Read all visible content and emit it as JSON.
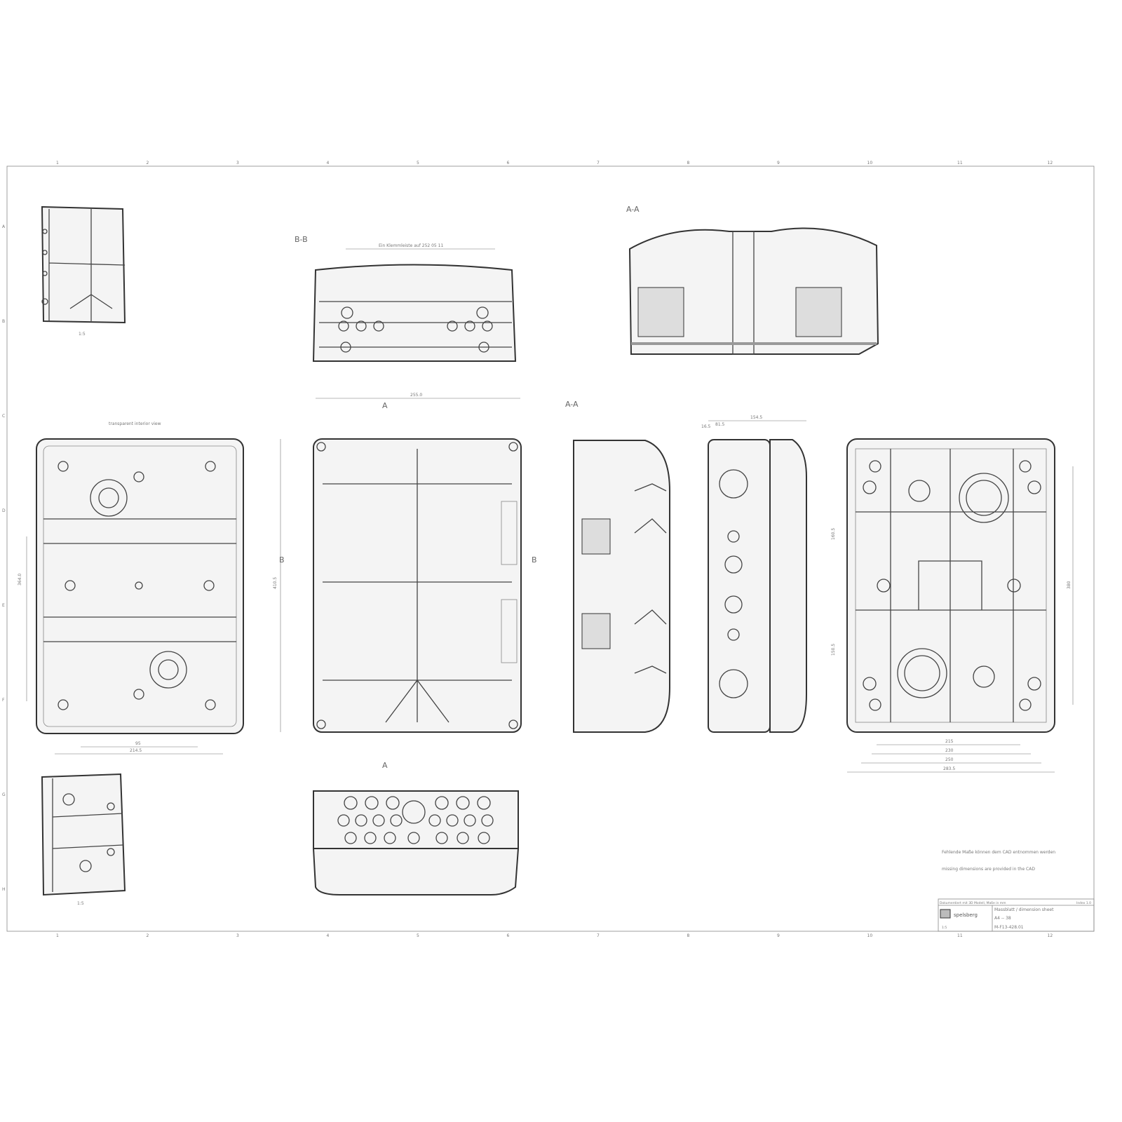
{
  "sheet": {
    "grid_columns": [
      "1",
      "2",
      "3",
      "4",
      "5",
      "6",
      "7",
      "8",
      "9",
      "10",
      "11",
      "12"
    ],
    "grid_rows": [
      "A",
      "B",
      "C",
      "D",
      "E",
      "F",
      "G",
      "H"
    ]
  },
  "sections": {
    "bb": "B-B",
    "aa_top": "A-A",
    "aa_side": "A-A",
    "cut_a": "A",
    "cut_b": "B"
  },
  "labels": {
    "interior_view": "transparent interior view",
    "bb_dim": "Ein Klemmleiste auf 252 05 11",
    "iso_top_caption": "1:5",
    "iso_bottom_caption": "1:5"
  },
  "dimensions": {
    "front_width": "255.0",
    "front_height": "410.5",
    "interior_width": "214.5",
    "interior_inner": "95",
    "interior_height": "364.0",
    "side_depth": "154.5",
    "side_offset": "81.5",
    "side_top": "16.5",
    "rear_215": "215",
    "rear_230": "230",
    "rear_250": "250",
    "rear_283": "283.5",
    "rear_height": "380",
    "rear_side_a": "160.5",
    "rear_side_b": "150.5"
  },
  "notes": [
    "Fehlende Maße können dem CAD entnommen werden",
    "missing dimensions are provided in the CAD"
  ],
  "title_block": {
    "header": "Dokumentiert mit 3D Modell, Maße in mm",
    "index": "Index 1.0",
    "company": "spelsberg",
    "title": "Massblatt / dimension sheet",
    "format": "A4 -- 38",
    "number": "M-F13-428.01",
    "scale": "1:5"
  }
}
